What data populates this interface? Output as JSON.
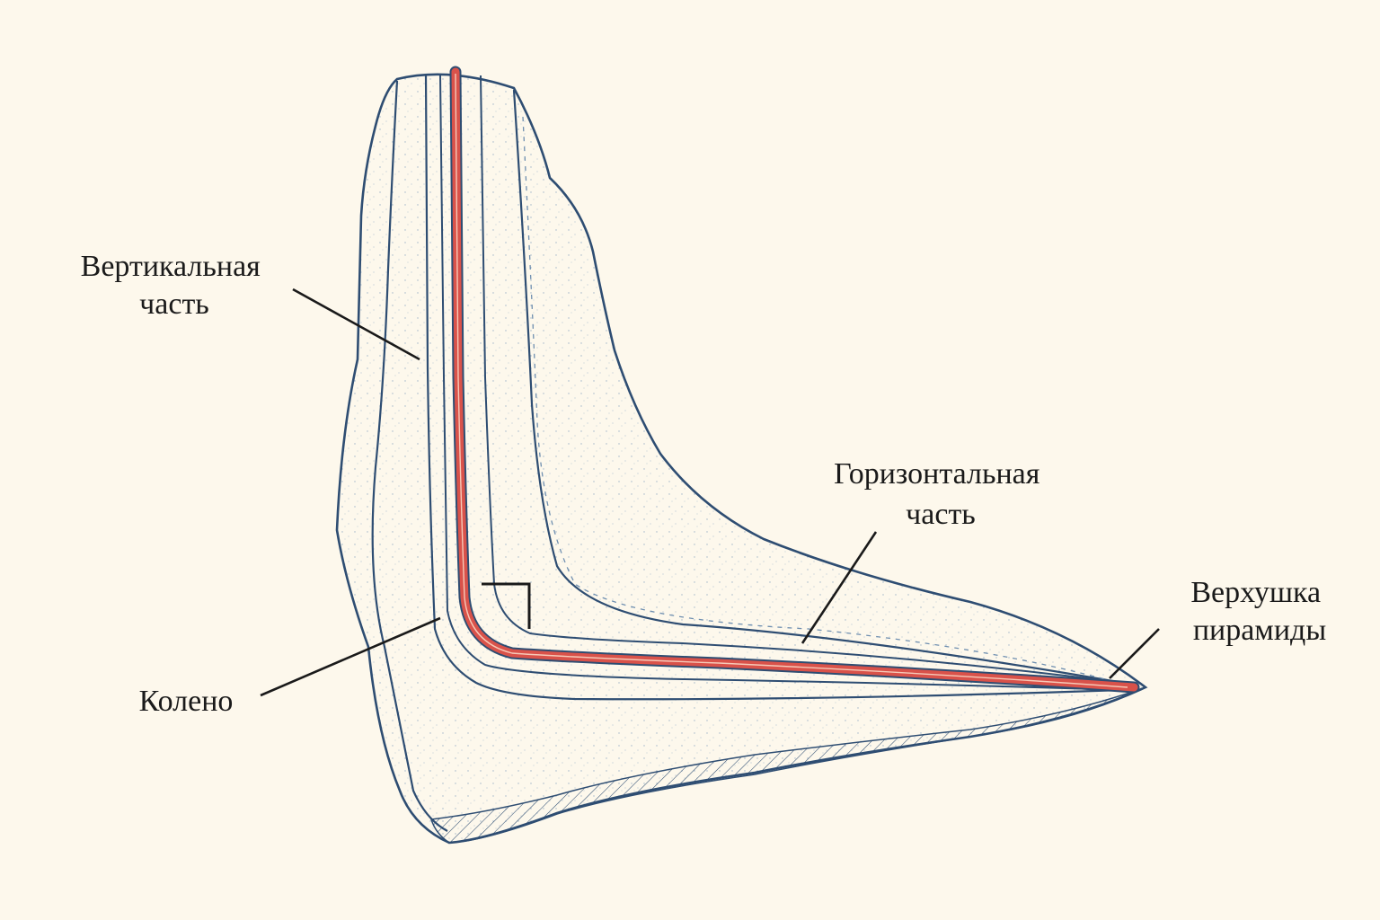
{
  "labels": {
    "vertical": {
      "line1": "Вертикальная",
      "line2": "часть"
    },
    "horizontal": {
      "line1": "Горизонтальная",
      "line2": "часть"
    },
    "apex": {
      "line1": "Верхушка",
      "line2": "пирамиды"
    },
    "knee": {
      "line1": "Колено"
    }
  },
  "colors": {
    "background": "#fdf8ec",
    "outline": "#2e4d72",
    "canal": "#d9524a",
    "label": "#1a1a1a"
  }
}
